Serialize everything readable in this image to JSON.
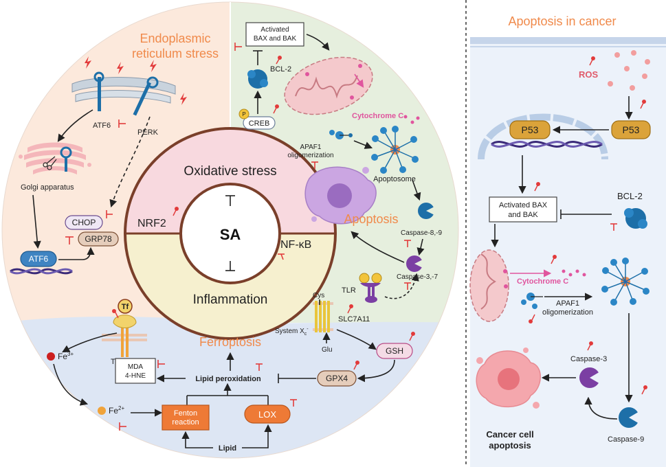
{
  "left_panel": {
    "er_title_line1": "Endoplasmic",
    "er_title_line2": "reticulum stress",
    "atf6": "ATF6",
    "perk": "PERK",
    "golgi": "Golgi apparatus",
    "chop": "CHOP",
    "grp78": "GRP78",
    "atf6_dna": "ATF6",
    "bax_bak_line1": "Activated",
    "bax_bak_line2": "BAX and BAK",
    "bcl2": "BCL-2",
    "creb": "CREB",
    "p_badge": "P",
    "cytochrome_c": "Cytochrome C",
    "apaf1_line1": "APAF1",
    "apaf1_line2": "oligomerization",
    "apoptosome": "Apoptosome",
    "apoptosis": "Apoptosis",
    "caspase89": "Caspase-8,-9",
    "caspase37": "Caspase-3,-7",
    "tlr": "TLR",
    "oxidative_stress": "Oxidative stress",
    "sa": "SA",
    "nrf2": "NRF2",
    "nfkb": "NF-κB",
    "inflammation": "Inflammation",
    "tf": "Tf",
    "tfr": "TFR",
    "fe3": "Fe",
    "fe3_sup": "3+",
    "fe2": "Fe",
    "fe2_sup": "2+",
    "ferroptosis": "Ferroptosis",
    "mda_line1": "MDA",
    "mda_line2": "4-HNE",
    "lipid_peroxidation": "Lipid peroxidation",
    "fenton_line1": "Fenton",
    "fenton_line2": "reaction",
    "lox": "LOX",
    "lipid": "Lipid",
    "gpx4": "GPX4",
    "gsh": "GSH",
    "cys": "Cys",
    "glu": "Glu",
    "system_xc": "System X",
    "system_xc_sub": "c",
    "system_xc_sup": "-",
    "slc7a11": "SLC7A11"
  },
  "right_panel": {
    "title": "Apoptosis in cancer",
    "ros": "ROS",
    "p53_nucleus": "P53",
    "p53_cytoplasm": "P53",
    "bcl2": "BCL-2",
    "bax_bak_line1": "Activated BAX",
    "bax_bak_line2": "and BAK",
    "cytochrome_c": "Cytochrome C",
    "apaf1_line1": "APAF1",
    "apaf1_line2": "oligomerization",
    "caspase3": "Caspase-3",
    "caspase9": "Caspase-9",
    "cancer_line1": "Cancer cell",
    "cancer_line2": "apoptosis"
  },
  "colors": {
    "er_bg": "#fce9dc",
    "apoptosis_bg": "#e6efde",
    "ferroptosis_bg": "#dde6f4",
    "oxidative_bg": "#f8d9df",
    "inflammation_bg": "#f6f0cf",
    "ring": "#7a3f2a",
    "title_orange": "#f08a4b",
    "inhibit_red": "#e23b3b",
    "cytochrome_pink": "#e0559e",
    "mito_pink": "#f4c9cc",
    "protein_blue": "#1d6fa8",
    "caspase_purple": "#7b3fa3",
    "lox_orange": "#ee7a36",
    "dna_purple": "#3a2a78"
  }
}
